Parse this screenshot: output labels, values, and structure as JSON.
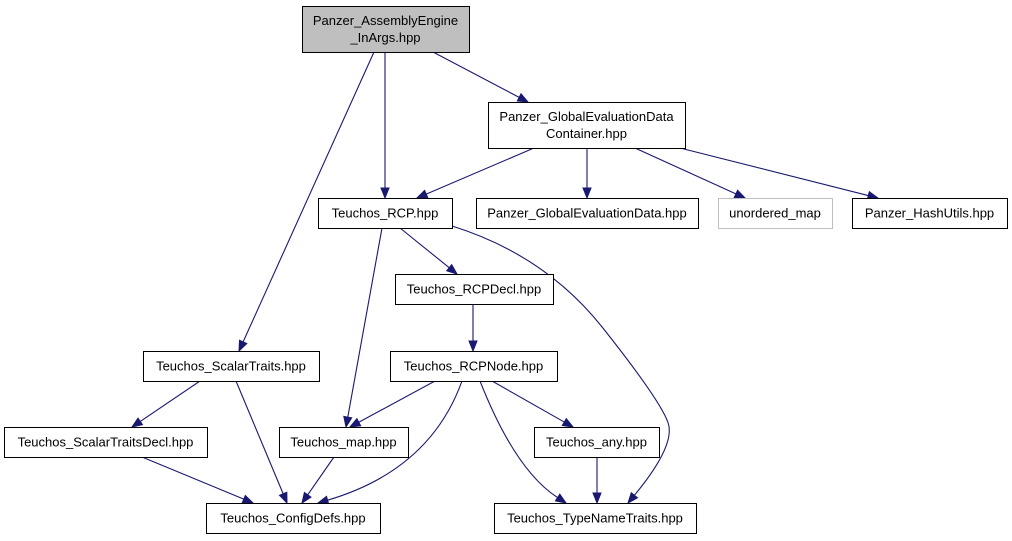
{
  "nodes": {
    "assembly_engine_inargs": {
      "lines": [
        "Panzer_AssemblyEngine",
        "_InArgs.hpp"
      ],
      "kind": "root"
    },
    "global_eval_data_container": {
      "lines": [
        "Panzer_GlobalEvaluationData",
        "Container.hpp"
      ],
      "kind": "normal"
    },
    "teuchos_rcp": {
      "lines": [
        "Teuchos_RCP.hpp"
      ],
      "kind": "normal"
    },
    "global_eval_data": {
      "lines": [
        "Panzer_GlobalEvaluationData.hpp"
      ],
      "kind": "normal"
    },
    "unordered_map": {
      "lines": [
        "unordered_map"
      ],
      "kind": "external"
    },
    "hash_utils": {
      "lines": [
        "Panzer_HashUtils.hpp"
      ],
      "kind": "normal"
    },
    "teuchos_rcpdecl": {
      "lines": [
        "Teuchos_RCPDecl.hpp"
      ],
      "kind": "normal"
    },
    "teuchos_scalartraits": {
      "lines": [
        "Teuchos_ScalarTraits.hpp"
      ],
      "kind": "normal"
    },
    "teuchos_rcpnode": {
      "lines": [
        "Teuchos_RCPNode.hpp"
      ],
      "kind": "normal"
    },
    "teuchos_scalartraitsdecl": {
      "lines": [
        "Teuchos_ScalarTraitsDecl.hpp"
      ],
      "kind": "normal"
    },
    "teuchos_map": {
      "lines": [
        "Teuchos_map.hpp"
      ],
      "kind": "normal"
    },
    "teuchos_any": {
      "lines": [
        "Teuchos_any.hpp"
      ],
      "kind": "normal"
    },
    "teuchos_configdefs": {
      "lines": [
        "Teuchos_ConfigDefs.hpp"
      ],
      "kind": "normal"
    },
    "teuchos_typenametraits": {
      "lines": [
        "Teuchos_TypeNameTraits.hpp"
      ],
      "kind": "normal"
    }
  },
  "edges": [
    {
      "from": "assembly_engine_inargs",
      "to": "global_eval_data_container"
    },
    {
      "from": "assembly_engine_inargs",
      "to": "teuchos_rcp"
    },
    {
      "from": "assembly_engine_inargs",
      "to": "teuchos_scalartraits"
    },
    {
      "from": "global_eval_data_container",
      "to": "teuchos_rcp"
    },
    {
      "from": "global_eval_data_container",
      "to": "global_eval_data"
    },
    {
      "from": "global_eval_data_container",
      "to": "unordered_map"
    },
    {
      "from": "global_eval_data_container",
      "to": "hash_utils"
    },
    {
      "from": "teuchos_rcp",
      "to": "teuchos_rcpdecl"
    },
    {
      "from": "teuchos_rcp",
      "to": "teuchos_map"
    },
    {
      "from": "teuchos_rcp",
      "to": "teuchos_typenametraits"
    },
    {
      "from": "teuchos_rcpdecl",
      "to": "teuchos_rcpnode"
    },
    {
      "from": "teuchos_rcpnode",
      "to": "teuchos_map"
    },
    {
      "from": "teuchos_rcpnode",
      "to": "teuchos_any"
    },
    {
      "from": "teuchos_rcpnode",
      "to": "teuchos_configdefs"
    },
    {
      "from": "teuchos_rcpnode",
      "to": "teuchos_typenametraits"
    },
    {
      "from": "teuchos_scalartraits",
      "to": "teuchos_scalartraitsdecl"
    },
    {
      "from": "teuchos_scalartraits",
      "to": "teuchos_configdefs"
    },
    {
      "from": "teuchos_scalartraitsdecl",
      "to": "teuchos_configdefs"
    },
    {
      "from": "teuchos_map",
      "to": "teuchos_configdefs"
    },
    {
      "from": "teuchos_any",
      "to": "teuchos_typenametraits"
    }
  ]
}
